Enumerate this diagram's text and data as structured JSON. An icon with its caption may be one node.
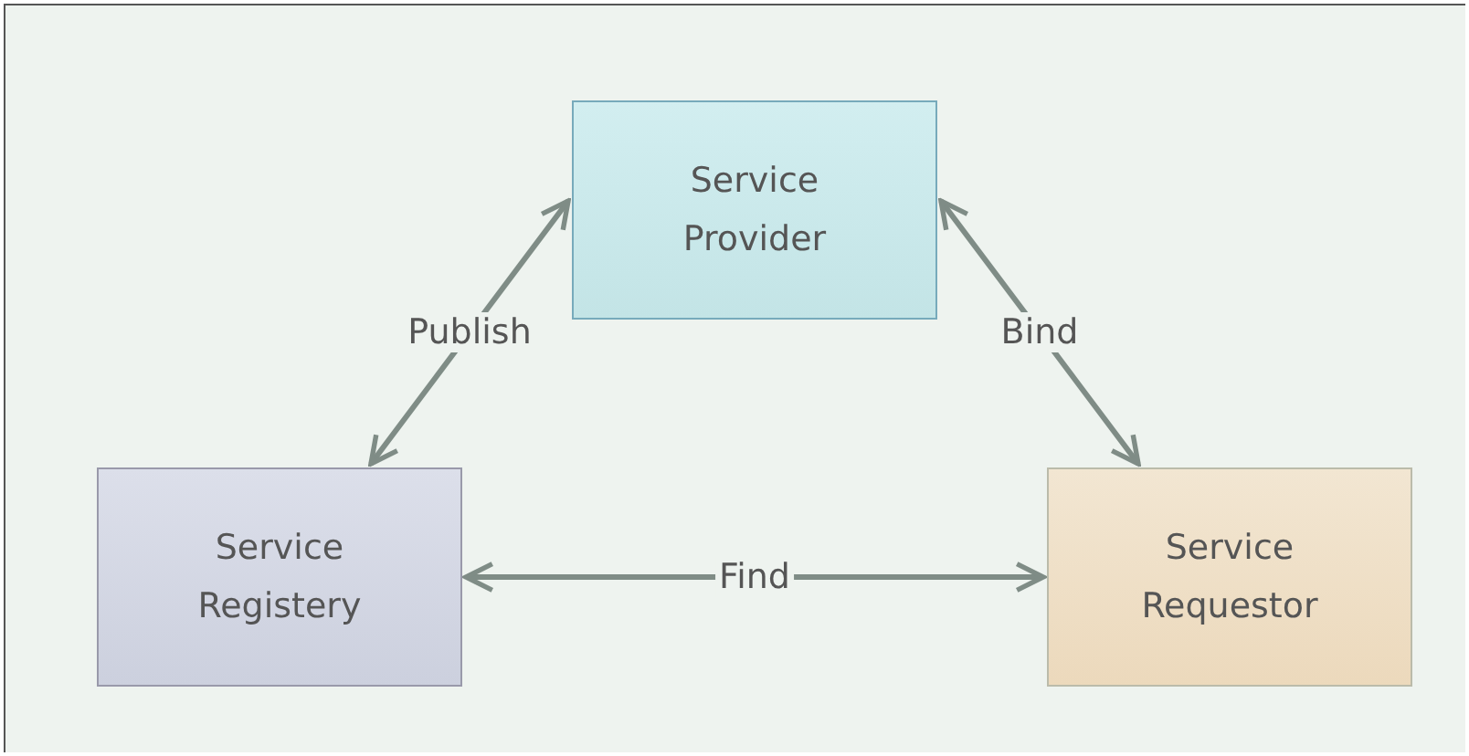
{
  "diagram": {
    "nodes": [
      {
        "text": [
          "Service Provider"
        ]
      },
      {
        "text": [
          "Service Registery"
        ]
      },
      {
        "text": [
          "Service Requestor"
        ]
      }
    ],
    "edges": [
      {
        "from": 1,
        "to": 0,
        "arrow": "both",
        "label": "Publish"
      },
      {
        "from": 0,
        "to": 2,
        "arrow": "both",
        "label": "Bind"
      },
      {
        "from": 1,
        "to": 2,
        "arrow": "both",
        "label": "Find"
      }
    ]
  }
}
